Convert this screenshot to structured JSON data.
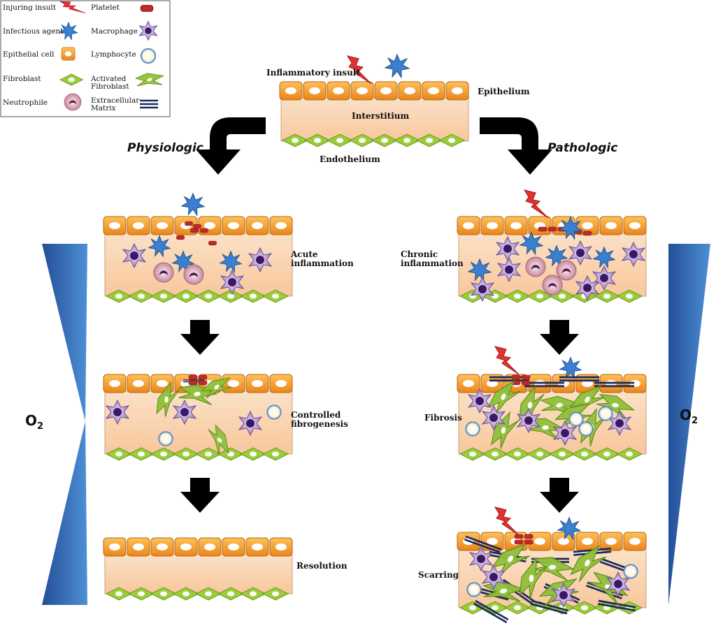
{
  "legend": {
    "items": [
      {
        "label": "Injuring insult",
        "icon": "lightning-icon"
      },
      {
        "label": "Platelet",
        "icon": "platelet-icon"
      },
      {
        "label": "Infectious agent",
        "icon": "infectious-agent-icon"
      },
      {
        "label": "Macrophage",
        "icon": "macrophage-icon"
      },
      {
        "label": "Epithelial cell",
        "icon": "epithelial-cell-icon"
      },
      {
        "label": "Lymphocyte",
        "icon": "lymphocyte-icon"
      },
      {
        "label": "Fibroblast",
        "icon": "fibroblast-icon"
      },
      {
        "label": "Activated\nFibroblast",
        "icon": "activated-fibroblast-icon"
      },
      {
        "label": "Neutrophile",
        "icon": "neutrophile-icon"
      },
      {
        "label": "Extracellular\nMatrix",
        "icon": "extracellular-matrix-icon"
      }
    ]
  },
  "top": {
    "insult_label": "Inflammatory insult",
    "epithelium_label": "Epithelium",
    "interstitium_label": "Interstitium",
    "endothelium_label": "Endothelium"
  },
  "branches": {
    "physiologic": "Physiologic",
    "pathologic": "Pathologic"
  },
  "stages": {
    "acute": "Acute\ninflammation",
    "controlled": "Controlled\nfibrogenesis",
    "resolution": "Resolution",
    "chronic": "Chronic\ninflammation",
    "fibrosis": "Fibrosis",
    "scarring": "Scarring"
  },
  "oxygen": {
    "left": "O",
    "right": "O",
    "subscript": "2"
  },
  "colors": {
    "epithelial": "#f39a2e",
    "interstitium": "#fbd3b1",
    "fibroblast": "#9ccc3c",
    "macrophage": "#9d7fc0",
    "macrophage_nucleus": "#3b1866",
    "infectious": "#3a7fd0",
    "platelet": "#c0282a",
    "insult": "#e0322e",
    "neutrophile": "#e8b7c4",
    "ecm": "#1b2a5a",
    "o2_wedge": "#3a76bf"
  }
}
